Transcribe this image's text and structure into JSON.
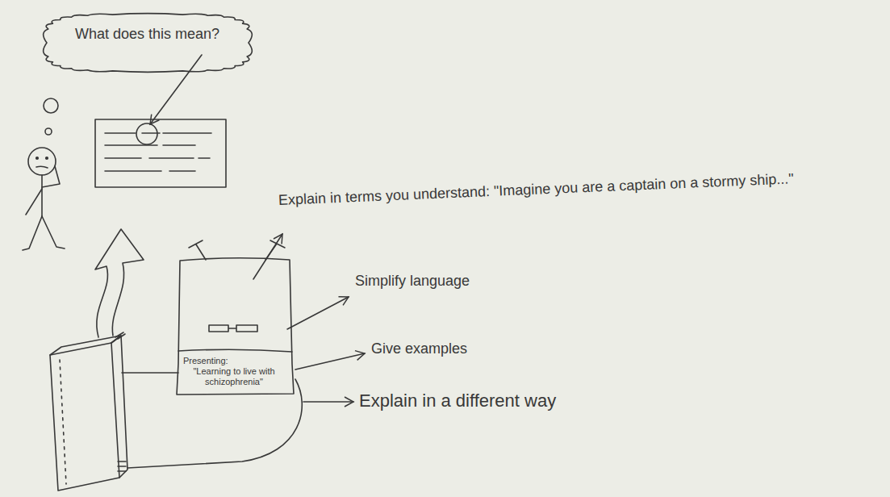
{
  "diagram": {
    "nodes": [
      {
        "text": [
          "What does this mean?"
        ]
      },
      {
        "text": [
          "Presenting:",
          "\"Learning to live with schizophrenia\""
        ]
      }
    ],
    "labels": [
      "Explain in terms you understand: \"Imagine you are a captain on a stormy ship...\"",
      "Simplify language",
      "Give examples",
      "Explain in a different way"
    ]
  }
}
